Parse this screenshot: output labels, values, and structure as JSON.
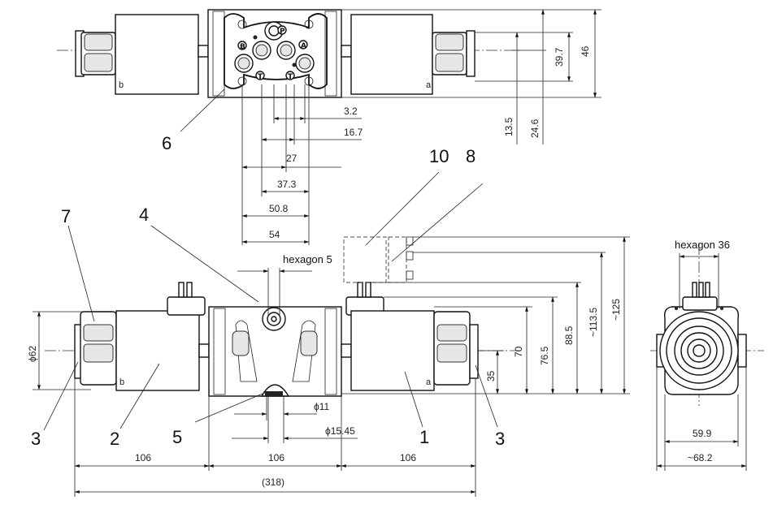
{
  "top_view": {
    "dims": {
      "d_39_7": "39.7",
      "d_46": "46",
      "d_13_5": "13.5",
      "d_24_6": "24.6",
      "d_3_2": "3.2",
      "d_16_7": "16.7",
      "d_27": "27",
      "d_37_3": "37.3",
      "d_50_8": "50.8",
      "d_54": "54"
    },
    "ports": {
      "p": "P",
      "a": "A",
      "b": "B",
      "t1": "T",
      "t2": "T"
    },
    "side_a": "a",
    "side_b": "b",
    "callout": "6"
  },
  "front_view": {
    "dims": {
      "d_62": "ϕ62",
      "d_35": "35",
      "d_70": "70",
      "d_76_5": "76.5",
      "d_88_5": "88.5",
      "d_113_5": "~113.5",
      "d_125": "~125",
      "d_11": "ϕ11",
      "d_15_45": "ϕ15.45",
      "d_106_left": "106",
      "d_106_mid": "106",
      "d_106_right": "106",
      "d_318": "(318)"
    },
    "hexagon_5": "hexagon 5",
    "side_a": "a",
    "side_b": "b",
    "callouts": {
      "c1": "1",
      "c2": "2",
      "c3_left": "3",
      "c3_right": "3",
      "c4": "4",
      "c5": "5",
      "c7": "7",
      "c8": "8",
      "c10": "10"
    }
  },
  "side_view": {
    "hexagon_36": "hexagon 36",
    "d_59_9": "59.9",
    "d_68_2": "~68.2"
  }
}
